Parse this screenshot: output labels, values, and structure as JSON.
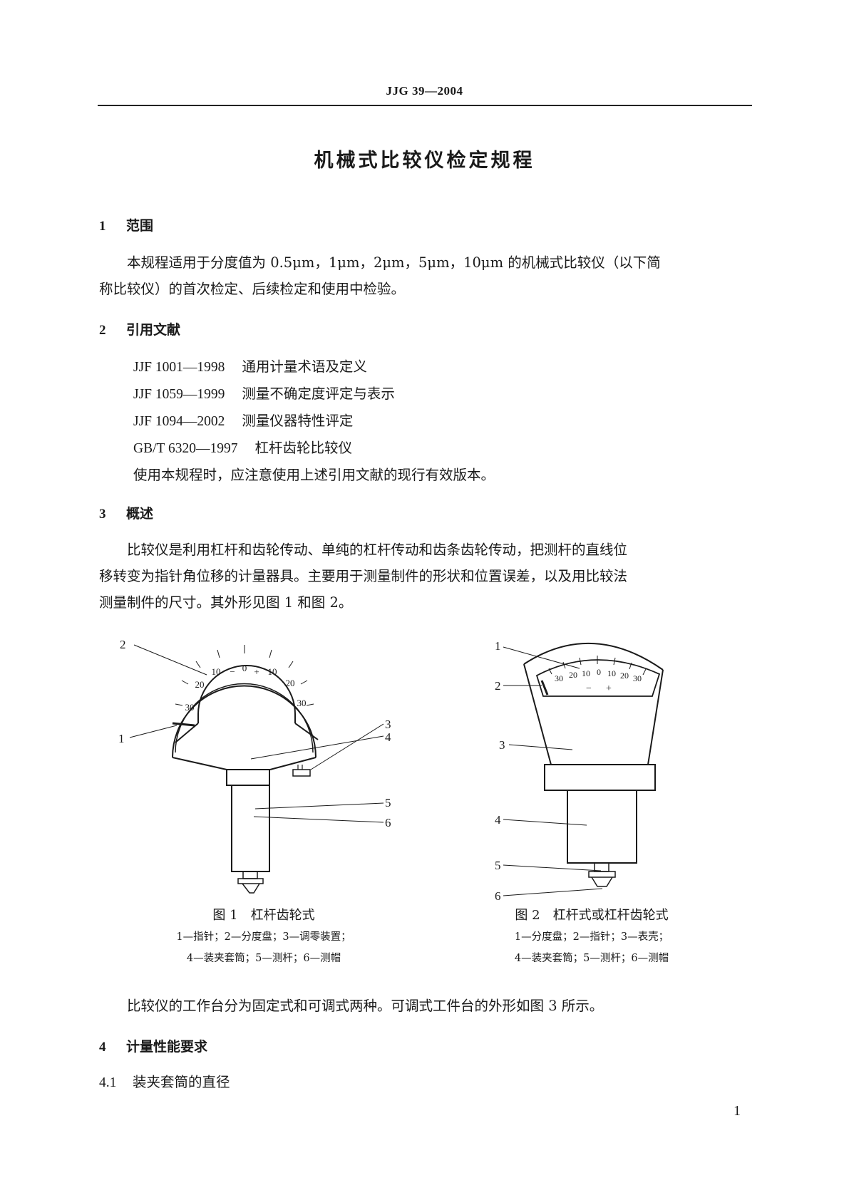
{
  "header": {
    "standard_code": "JJG 39—2004"
  },
  "title": "机械式比较仪检定规程",
  "sections": [
    {
      "number": "1",
      "heading": "范围",
      "paragraph_lines": [
        "本规程适用于分度值为 0.5μm，1μm，2μm，5μm，10μm 的机械式比较仪（以下简",
        "称比较仪）的首次检定、后续检定和使用中检验。"
      ]
    },
    {
      "number": "2",
      "heading": "引用文献",
      "references": [
        {
          "code": "JJF 1001—1998",
          "title": "通用计量术语及定义"
        },
        {
          "code": "JJF 1059—1999",
          "title": "测量不确定度评定与表示"
        },
        {
          "code": "JJF 1094—2002",
          "title": "测量仪器特性评定"
        },
        {
          "code": "GB/T 6320—1997",
          "title": "杠杆齿轮比较仪"
        }
      ],
      "note": "使用本规程时，应注意使用上述引用文献的现行有效版本。"
    },
    {
      "number": "3",
      "heading": "概述",
      "paragraph_lines": [
        "比较仪是利用杠杆和齿轮传动、单纯的杠杆传动和齿条齿轮传动，把测杆的直线位",
        "移转变为指针角位移的计量器具。主要用于测量制件的形状和位置误差，以及用比较法",
        "测量制件的尺寸。其外形见图 1 和图 2。"
      ],
      "after_figures": "比较仪的工作台分为固定式和可调式两种。可调式工件台的外形如图 3 所示。"
    },
    {
      "number": "4",
      "heading": "计量性能要求",
      "subsections": [
        {
          "number": "4.1",
          "heading": "装夹套筒的直径"
        }
      ]
    }
  ],
  "figures": [
    {
      "caption": "图 1　杠杆齿轮式",
      "legend_lines": [
        "1—指针；2—分度盘；3—调零装置；",
        "4—装夹套筒；5—测杆；6—测帽"
      ],
      "callouts": [
        "1",
        "2",
        "3",
        "4",
        "5",
        "6"
      ],
      "dial_labels": {
        "zero": "0",
        "minus": "−",
        "plus": "+",
        "left": [
          "10",
          "20",
          "30"
        ],
        "right": [
          "10",
          "20",
          "30"
        ]
      }
    },
    {
      "caption": "图 2　杠杆式或杠杆齿轮式",
      "legend_lines": [
        "1—分度盘；2—指针；3—表壳；",
        "4—装夹套筒；5—测杆；6—测帽"
      ],
      "callouts": [
        "1",
        "2",
        "3",
        "4",
        "5",
        "6"
      ],
      "dial_labels": {
        "scale": "30 20 10  0  10 20 30",
        "left": [
          "30",
          "20",
          "10"
        ],
        "zero": "0",
        "right": [
          "10",
          "20",
          "30"
        ],
        "minus": "−",
        "plus": "+"
      }
    }
  ],
  "footer": {
    "page_number": "1"
  }
}
